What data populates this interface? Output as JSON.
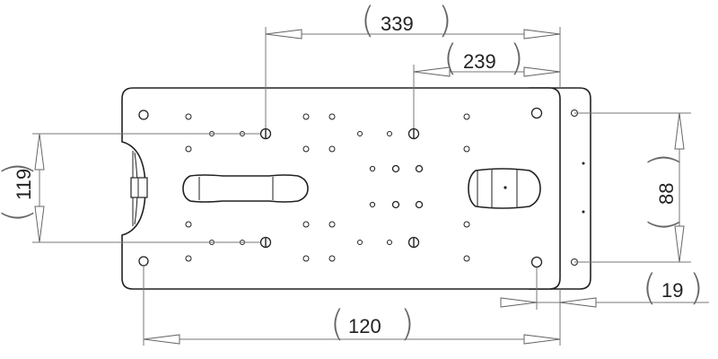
{
  "drawing": {
    "dimensions": [
      {
        "id": "overall-length",
        "label": "339"
      },
      {
        "id": "hole-span-long",
        "label": "239"
      },
      {
        "id": "hole-span-short",
        "label": "119"
      },
      {
        "id": "hole-span-vertical-left",
        "label": "88"
      },
      {
        "id": "hole-span-vertical-right",
        "label": "120"
      },
      {
        "id": "end-offset",
        "label": "19"
      }
    ]
  }
}
